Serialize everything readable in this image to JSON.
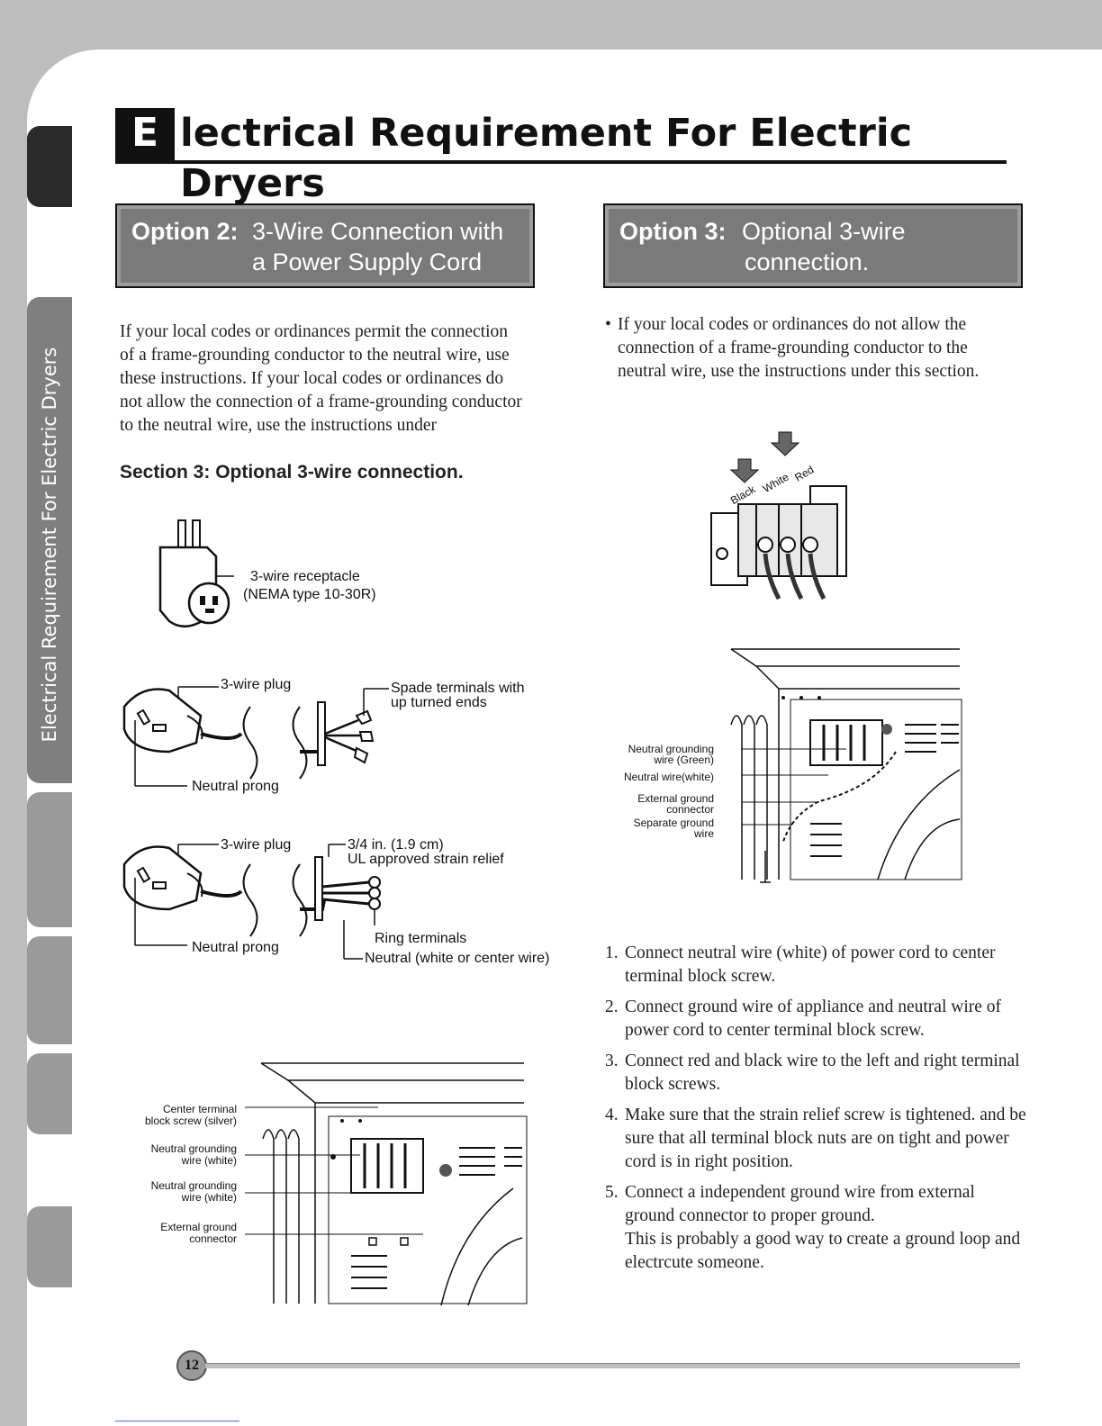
{
  "page": {
    "title_letter": "E",
    "title_rest": "lectrical Requirement For Electric Dryers",
    "side_tab_label": "Electrical Requirement For Electric Dryers",
    "page_number": "12"
  },
  "option2": {
    "label": "Option 2:",
    "line1": "3-Wire Connection with",
    "line2": "a Power Supply Cord",
    "paragraph": "If your local codes or ordinances permit the connection of a frame-grounding conductor to the neutral wire, use these instructions.  If your local codes or ordinances do not allow the connection of a frame-grounding conductor to the neutral wire, use the instructions under",
    "section_ref": "Section 3:  Optional 3-wire connection.",
    "receptacle_line1": "3-wire receptacle",
    "receptacle_line2": "(NEMA type 10-30R)",
    "plug1_label": "3-wire plug",
    "spade_line1": "Spade terminals with",
    "spade_line2": "up turned ends",
    "neutral_prong_1": "Neutral prong",
    "plug2_label": "3-wire plug",
    "strain_line1": "3/4 in. (1.9 cm)",
    "strain_line2": "UL approved strain relief",
    "neutral_prong_2": "Neutral prong",
    "ring_terminals": "Ring terminals",
    "neutral_center": "Neutral (white or center wire)",
    "diag_center_screw_1": "Center terminal",
    "diag_center_screw_2": "block screw (silver)",
    "diag_ng1_1": "Neutral grounding",
    "diag_ng1_2": "wire (white)",
    "diag_ng2_1": "Neutral grounding",
    "diag_ng2_2": "wire (white)",
    "diag_ext_1": "External ground",
    "diag_ext_2": "connector"
  },
  "option3": {
    "label": "Option 3:",
    "line1": "Optional 3-wire",
    "line2": "connection.",
    "bullet": "•",
    "paragraph": "If your local codes or ordinances do not allow the connection of a frame-grounding conductor to the neutral wire, use the instructions under this section.",
    "wire_black": "Black",
    "wire_white": "White",
    "wire_red": "Red",
    "diag_ng_1": "Neutral grounding",
    "diag_ng_2": "wire (Green)",
    "diag_nw": "Neutral wire(white)",
    "diag_ext_1": "External ground",
    "diag_ext_2": "connector",
    "diag_sep_1": "Separate ground",
    "diag_sep_2": "wire",
    "steps": [
      {
        "num": "1.",
        "text": "Connect neutral wire (white) of power cord to center terminal block screw."
      },
      {
        "num": "2.",
        "text": "Connect ground wire of appliance and neutral wire of power cord to center terminal block screw."
      },
      {
        "num": "3.",
        "text": "Connect red and black wire to the left and right terminal block screws."
      },
      {
        "num": "4.",
        "text": "Make sure that the strain relief screw is tightened. and be sure that all terminal block nuts are on tight and power cord is in right position."
      },
      {
        "num": "5.",
        "text": "Connect a independent ground wire from external ground connector to proper ground."
      },
      {
        "num": "",
        "text": "This is probably a good way to create a ground loop and electrcute someone."
      }
    ]
  }
}
